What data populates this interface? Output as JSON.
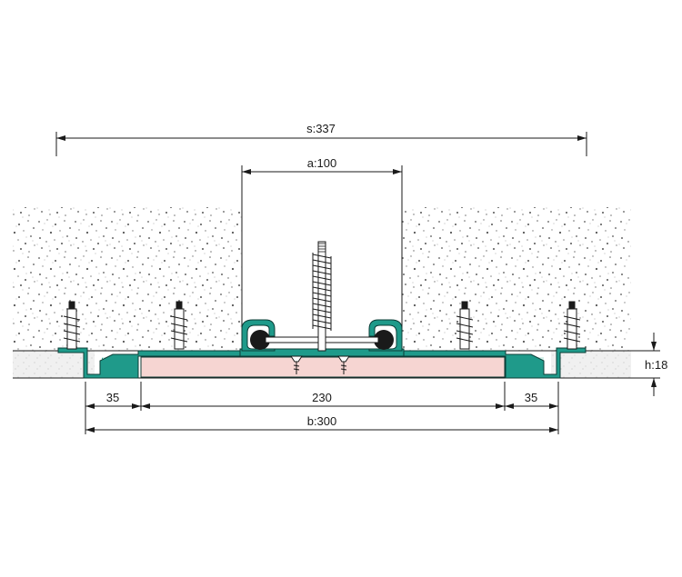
{
  "dimensions": {
    "s_label": "s:337",
    "a_label": "a:100",
    "h_label": "h:18",
    "left_flange_label": "35",
    "center_label": "230",
    "right_flange_label": "35",
    "b_label": "b:300"
  },
  "colors": {
    "profile": "#1f9a8a",
    "profile_stroke": "#0d3c36",
    "gasket": "#f6d5d2",
    "concrete_speckle": "#555555",
    "screed": "#e8e8e8",
    "filler": "#cfeee6",
    "line": "#1a1a1a"
  }
}
